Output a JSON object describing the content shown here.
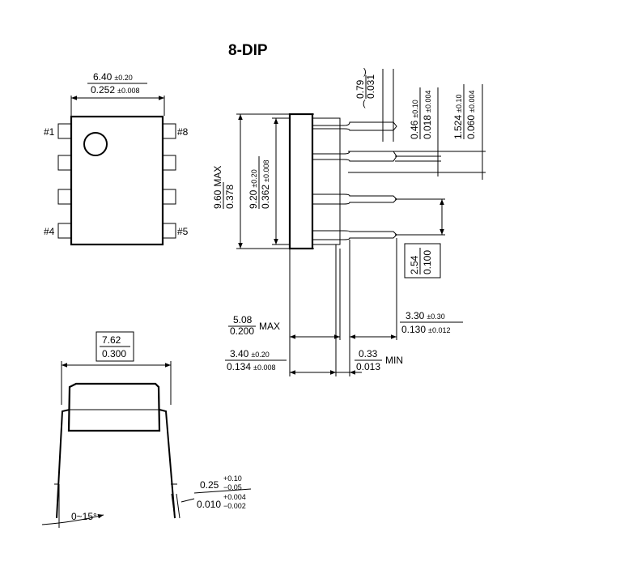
{
  "title": "8-DIP",
  "pins": {
    "p1": "#1",
    "p8": "#8",
    "p4": "#4",
    "p5": "#5"
  },
  "top_view": {
    "width_mm": "6.40",
    "width_mm_tol": "±0.20",
    "width_in": "0.252",
    "width_in_tol": "±0.008"
  },
  "side_view": {
    "len_max_mm": "9.60",
    "len_max_in": "0.378",
    "max_label": "MAX",
    "len_mm": "9.20",
    "len_mm_tol": "±0.20",
    "len_in": "0.362",
    "len_in_tol": "±0.008",
    "pin_gap_mm": "0.79",
    "pin_gap_in": "0.031",
    "pin_w_mm": "0.46",
    "pin_w_mm_tol": "±0.10",
    "pin_w_in": "0.018",
    "pin_w_in_tol": "±0.004",
    "shoulder_mm": "1.524",
    "shoulder_mm_tol": "±0.10",
    "shoulder_in": "0.060",
    "shoulder_in_tol": "±0.004",
    "pitch_mm": "2.54",
    "pitch_in": "0.100",
    "height_max_mm": "5.08",
    "height_max_in": "0.200",
    "height_max_label": "MAX",
    "lead_mm": "3.30",
    "lead_mm_tol": "±0.30",
    "lead_in": "0.130",
    "lead_in_tol": "±0.012",
    "body_mm": "3.40",
    "body_mm_tol": "±0.20",
    "body_in": "0.134",
    "body_in_tol": "±0.008",
    "standoff_mm": "0.33",
    "standoff_in": "0.013",
    "standoff_label": "MIN"
  },
  "end_view": {
    "row_mm": "7.62",
    "row_in": "0.300",
    "thk_mm": "0.25",
    "thk_mm_tol_plus": "+0.10",
    "thk_mm_tol_minus": "−0.05",
    "thk_in": "0.010",
    "thk_in_tol_plus": "+0.004",
    "thk_in_tol_minus": "−0.002",
    "angle": "0~15°"
  }
}
